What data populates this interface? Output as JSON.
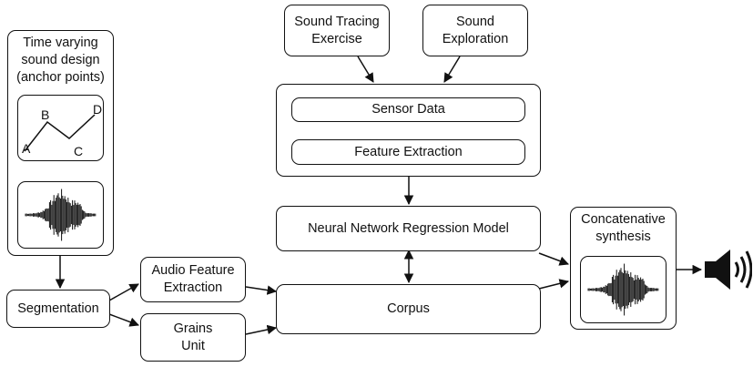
{
  "nodes": {
    "time_varying": "Time varying\nsound design\n(anchor points)",
    "segmentation": "Segmentation",
    "audio_feature": "Audio Feature\nExtraction",
    "grains": "Grains\nUnit",
    "sound_tracing": "Sound Tracing\nExercise",
    "sound_exploration": "Sound\nExploration",
    "sensor_data": "Sensor Data",
    "feature_extraction": "Feature Extraction",
    "neural_network": "Neural Network Regression Model",
    "corpus": "Corpus",
    "concatenative": "Concatenative\nsynthesis"
  },
  "anchor_points": {
    "a": "A",
    "b": "B",
    "c": "C",
    "d": "D"
  },
  "icons": {
    "waveform": "waveform-icon",
    "speaker": "speaker-icon"
  }
}
